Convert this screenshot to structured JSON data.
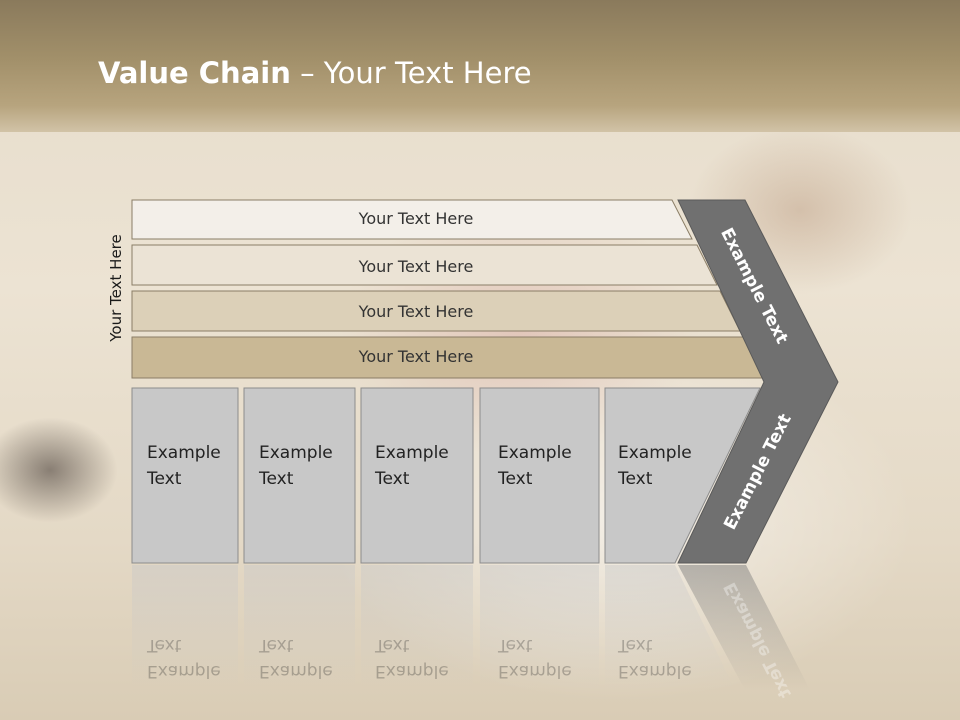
{
  "slide": {
    "title_bold": "Value Chain",
    "title_rest": " – Your Text Here",
    "side_label": "Your Text Here"
  },
  "bars": [
    {
      "label": "Your Text Here",
      "fill": "#f3efe9"
    },
    {
      "label": "Your Text Here",
      "fill": "#ebe3d5"
    },
    {
      "label": "Your Text Here",
      "fill": "#dcd0b8"
    },
    {
      "label": "Your Text Here",
      "fill": "#c9b895"
    }
  ],
  "boxes": [
    {
      "line1": "Example",
      "line2": "Text"
    },
    {
      "line1": "Example",
      "line2": "Text"
    },
    {
      "line1": "Example",
      "line2": "Text"
    },
    {
      "line1": "Example",
      "line2": "Text"
    },
    {
      "line1": "Example",
      "line2": "Text"
    }
  ],
  "chevron": {
    "upper_label": "Example Text",
    "lower_label": "Example Text",
    "color": "#707070"
  },
  "colors": {
    "box_fill": "#c8c8c8",
    "box_stroke": "#8c8c8c"
  }
}
